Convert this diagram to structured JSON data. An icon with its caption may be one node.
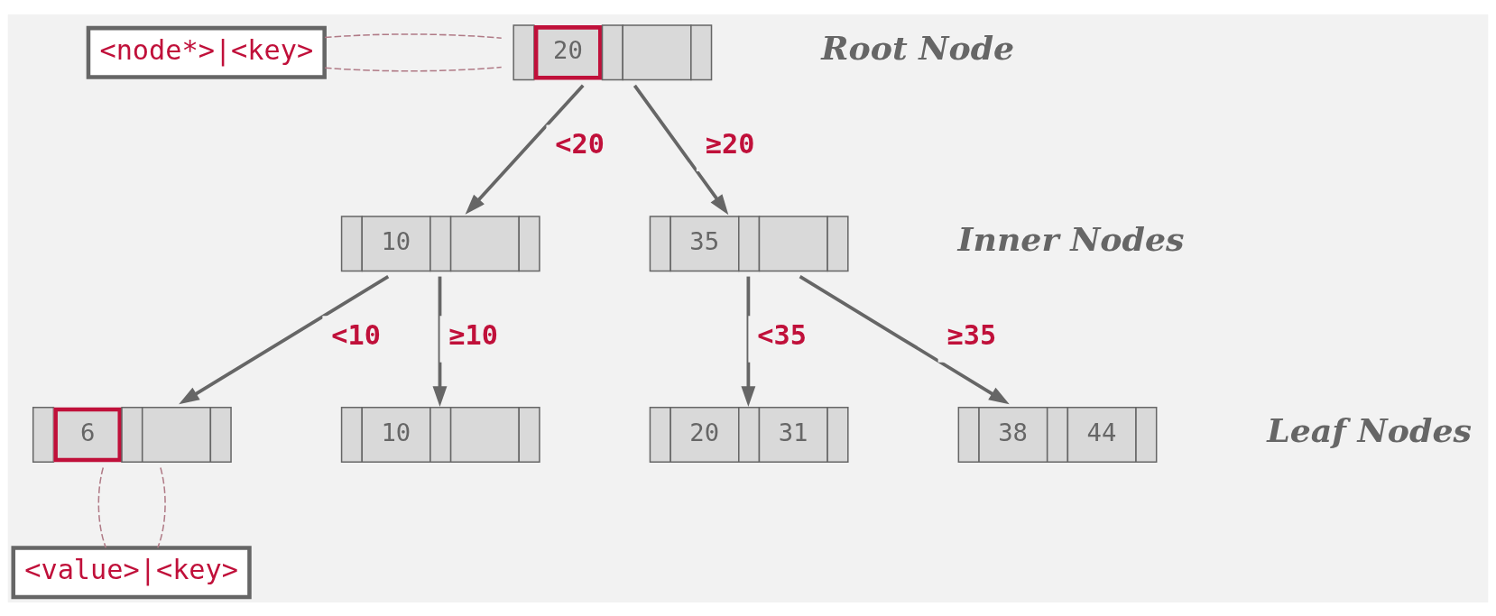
{
  "diagram": {
    "nodes": [
      {
        "text": [
          "<node*>|<key>"
        ]
      },
      {
        "text": [
          "20"
        ]
      },
      {
        "text": [
          "10"
        ]
      },
      {
        "text": [
          "35"
        ]
      },
      {
        "text": [
          "6"
        ]
      },
      {
        "text": [
          "10"
        ]
      },
      {
        "text": [
          "20",
          "31"
        ]
      },
      {
        "text": [
          "38",
          "44"
        ]
      },
      {
        "text": [
          "<value>|<key>"
        ]
      }
    ],
    "edges": [
      {
        "from": 0,
        "to": 1,
        "arrow": "none",
        "style": "dashed",
        "color": "#b07a86"
      },
      {
        "from": 0,
        "to": 1,
        "arrow": "none",
        "style": "dashed",
        "color": "#b07a86"
      },
      {
        "from": 1,
        "to": 2,
        "label": "<20",
        "arrow": "to"
      },
      {
        "from": 1,
        "to": 3,
        "label": "≥20",
        "arrow": "to"
      },
      {
        "from": 2,
        "to": 4,
        "label": "<10",
        "arrow": "to"
      },
      {
        "from": 2,
        "to": 5,
        "label": "≥10",
        "arrow": "to"
      },
      {
        "from": 3,
        "to": 6,
        "label": "<35",
        "arrow": "to"
      },
      {
        "from": 3,
        "to": 7,
        "label": "≥35",
        "arrow": "to"
      },
      {
        "from": 4,
        "to": 8,
        "arrow": "none",
        "style": "dashed",
        "color": "#b07a86"
      },
      {
        "from": 4,
        "to": 8,
        "arrow": "none",
        "style": "dashed",
        "color": "#b07a86"
      }
    ],
    "labels": [
      "Root Node",
      "Inner Nodes",
      "Leaf Nodes"
    ]
  }
}
